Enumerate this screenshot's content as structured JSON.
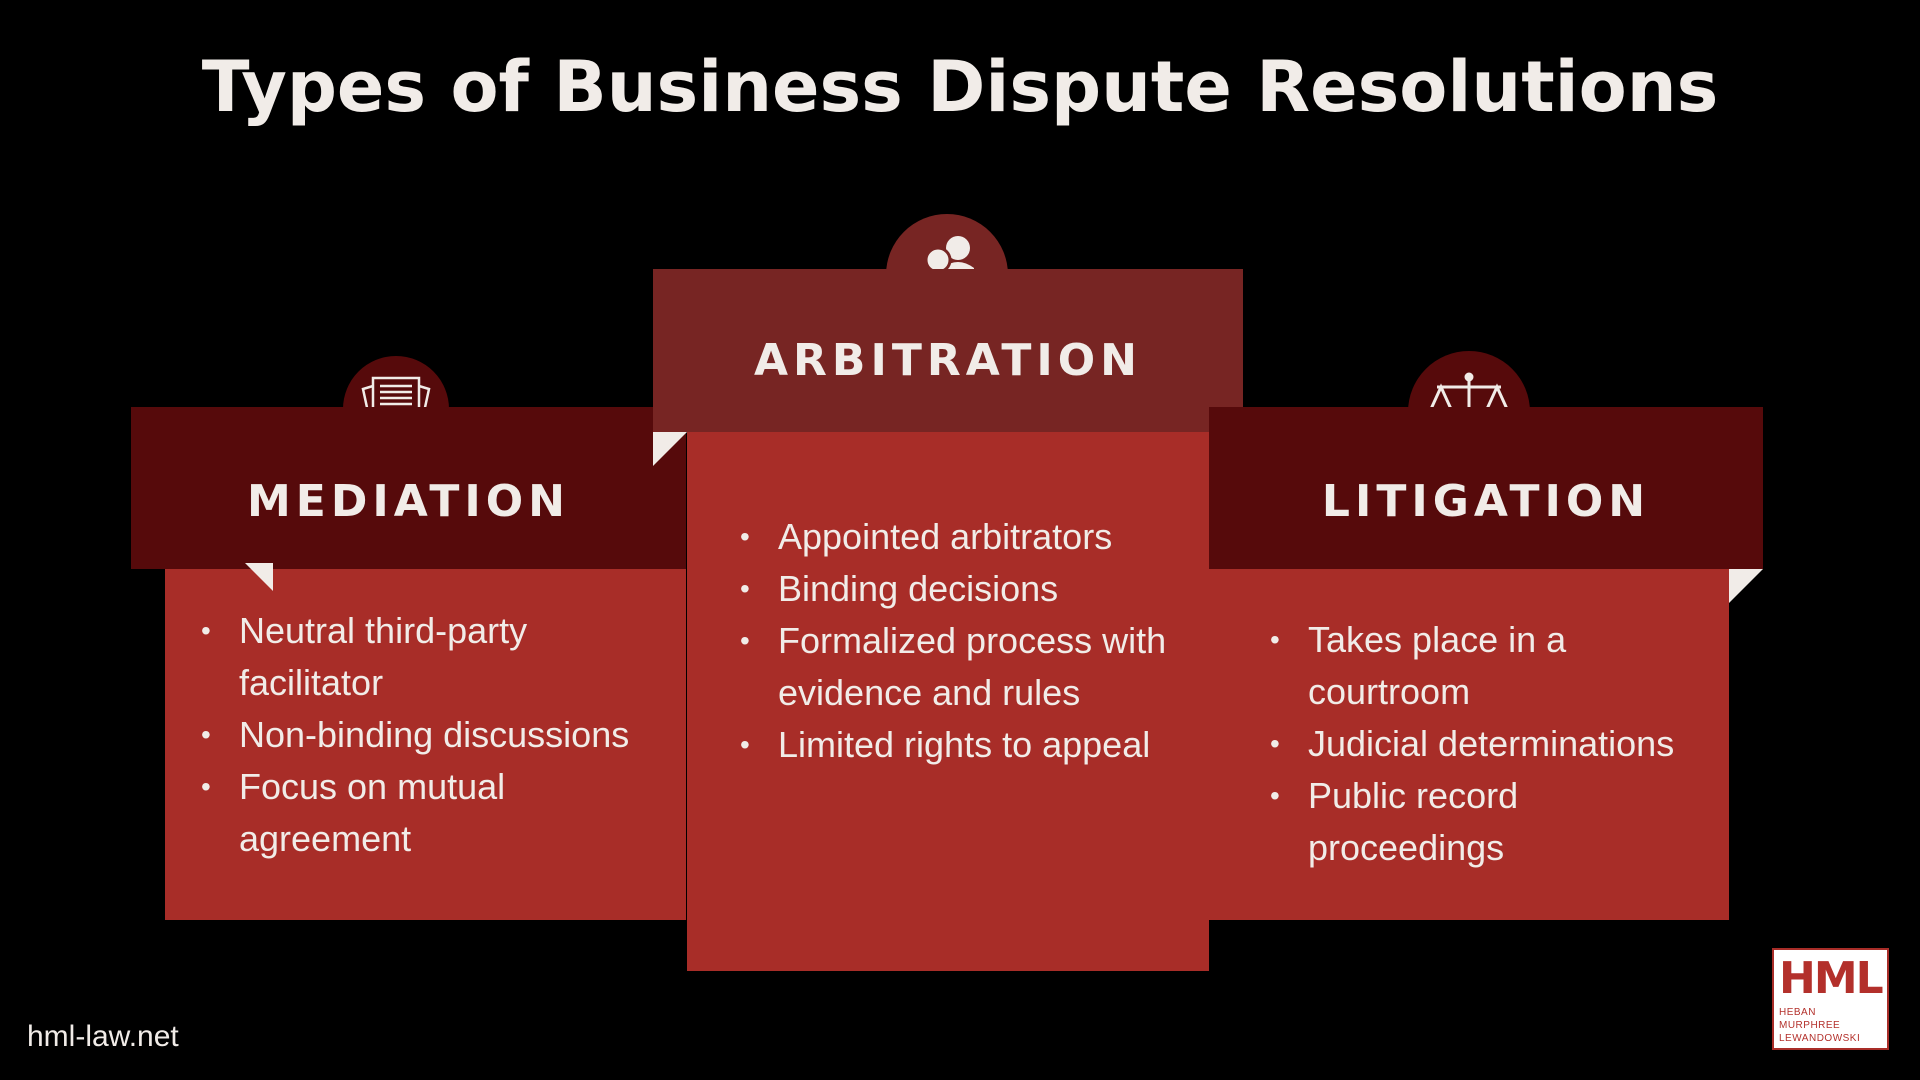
{
  "title": "Types of Business Dispute Resolutions",
  "cards": [
    {
      "heading": "MEDIATION",
      "icon": "contract-document-icon",
      "bullets": [
        "Neutral third-party",
        "facilitator",
        "Non-binding discussions",
        "Focus on mutual",
        "agreement"
      ]
    },
    {
      "heading": "ARBITRATION",
      "icon": "people-icon",
      "bullets": [
        "Appointed arbitrators",
        "Binding decisions",
        "Formalized process with",
        "evidence and rules",
        "Limited rights to appeal"
      ]
    },
    {
      "heading": "LITIGATION",
      "icon": "scales-of-justice-icon",
      "bullets": [
        "Takes place in a",
        "courtroom",
        "Judicial determinations",
        "Public record",
        "proceedings"
      ]
    }
  ],
  "footer": {
    "website": "hml-law.net"
  },
  "logo": {
    "mark": "HML",
    "lines": [
      "HEBAN",
      "MURPHREE",
      "LEWANDOWSKI"
    ]
  },
  "colors": {
    "header_dark": "#560a0b",
    "header_mid": "#772523",
    "body": "#a82d28",
    "text": "#f1ece8"
  }
}
